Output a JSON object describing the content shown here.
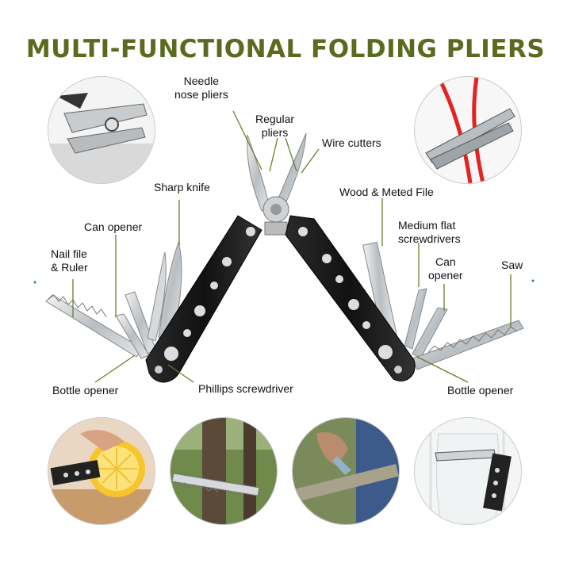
{
  "title": "MULTI-FUNCTIONAL FOLDING PLIERS",
  "labels": {
    "needle_nose": "Needle\nnose pliers",
    "regular_pliers": "Regular\npliers",
    "wire_cutters": "Wire cutters",
    "sharp_knife": "Sharp knife",
    "wood_file": "Wood & Meted File",
    "can_opener_left": "Can opener",
    "medium_flat": "Medium flat\nscrewdrivers",
    "nail_file": "Nail file\n& Ruler",
    "can_opener_right": "Can\nopener",
    "saw": "Saw",
    "bottle_opener_left": "Bottle opener",
    "phillips": "Phillips screwdriver",
    "bottle_opener_right": "Bottle opener"
  },
  "colors": {
    "title": "#5a6b1f",
    "leader_line": "#6b7d2a",
    "handle": "#1b1b1b",
    "steel": "#cfd3d6"
  },
  "photos": {
    "top_left": "pliers-jaw-closeup",
    "top_right": "cutting-red-wire",
    "bottom_1": "cutting-lemon",
    "bottom_2": "sawing-branch",
    "bottom_3": "whittling-stick",
    "bottom_4": "opening-bottle"
  }
}
